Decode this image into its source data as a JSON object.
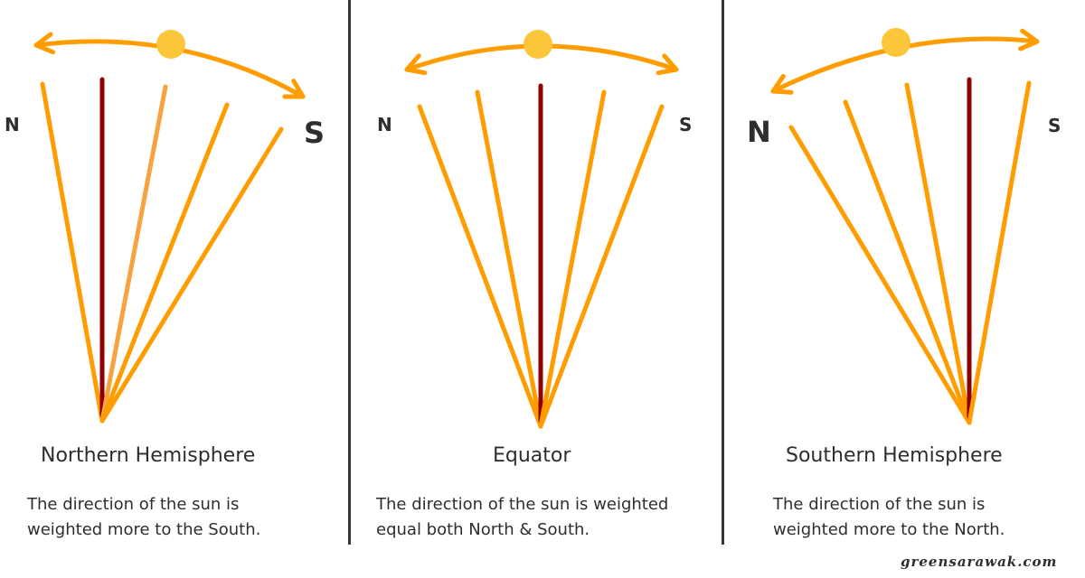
{
  "colors": {
    "ray": "#ff9d00",
    "ray_light": "#f7a340",
    "zenith": "#8e0000",
    "sun": "#fcc63a",
    "arc": "#ff9d00",
    "divider": "#353535",
    "text": "#2e2e2e"
  },
  "panels": [
    {
      "id": "northern",
      "title": "Northern Hemisphere",
      "description_line1": "The direction of the sun is",
      "description_line2": "weighted more to the South.",
      "north_label": "N",
      "south_label": "S",
      "emphasis": "S"
    },
    {
      "id": "equator",
      "title": "Equator",
      "description_line1": "The direction of the sun is weighted",
      "description_line2": "equal both North & South.",
      "north_label": "N",
      "south_label": "S",
      "emphasis": "none"
    },
    {
      "id": "southern",
      "title": "Southern Hemisphere",
      "description_line1": "The direction of the sun is",
      "description_line2": "weighted more to the North.",
      "north_label": "N",
      "south_label": "S",
      "emphasis": "N"
    }
  ],
  "watermark": "greensarawak.com"
}
